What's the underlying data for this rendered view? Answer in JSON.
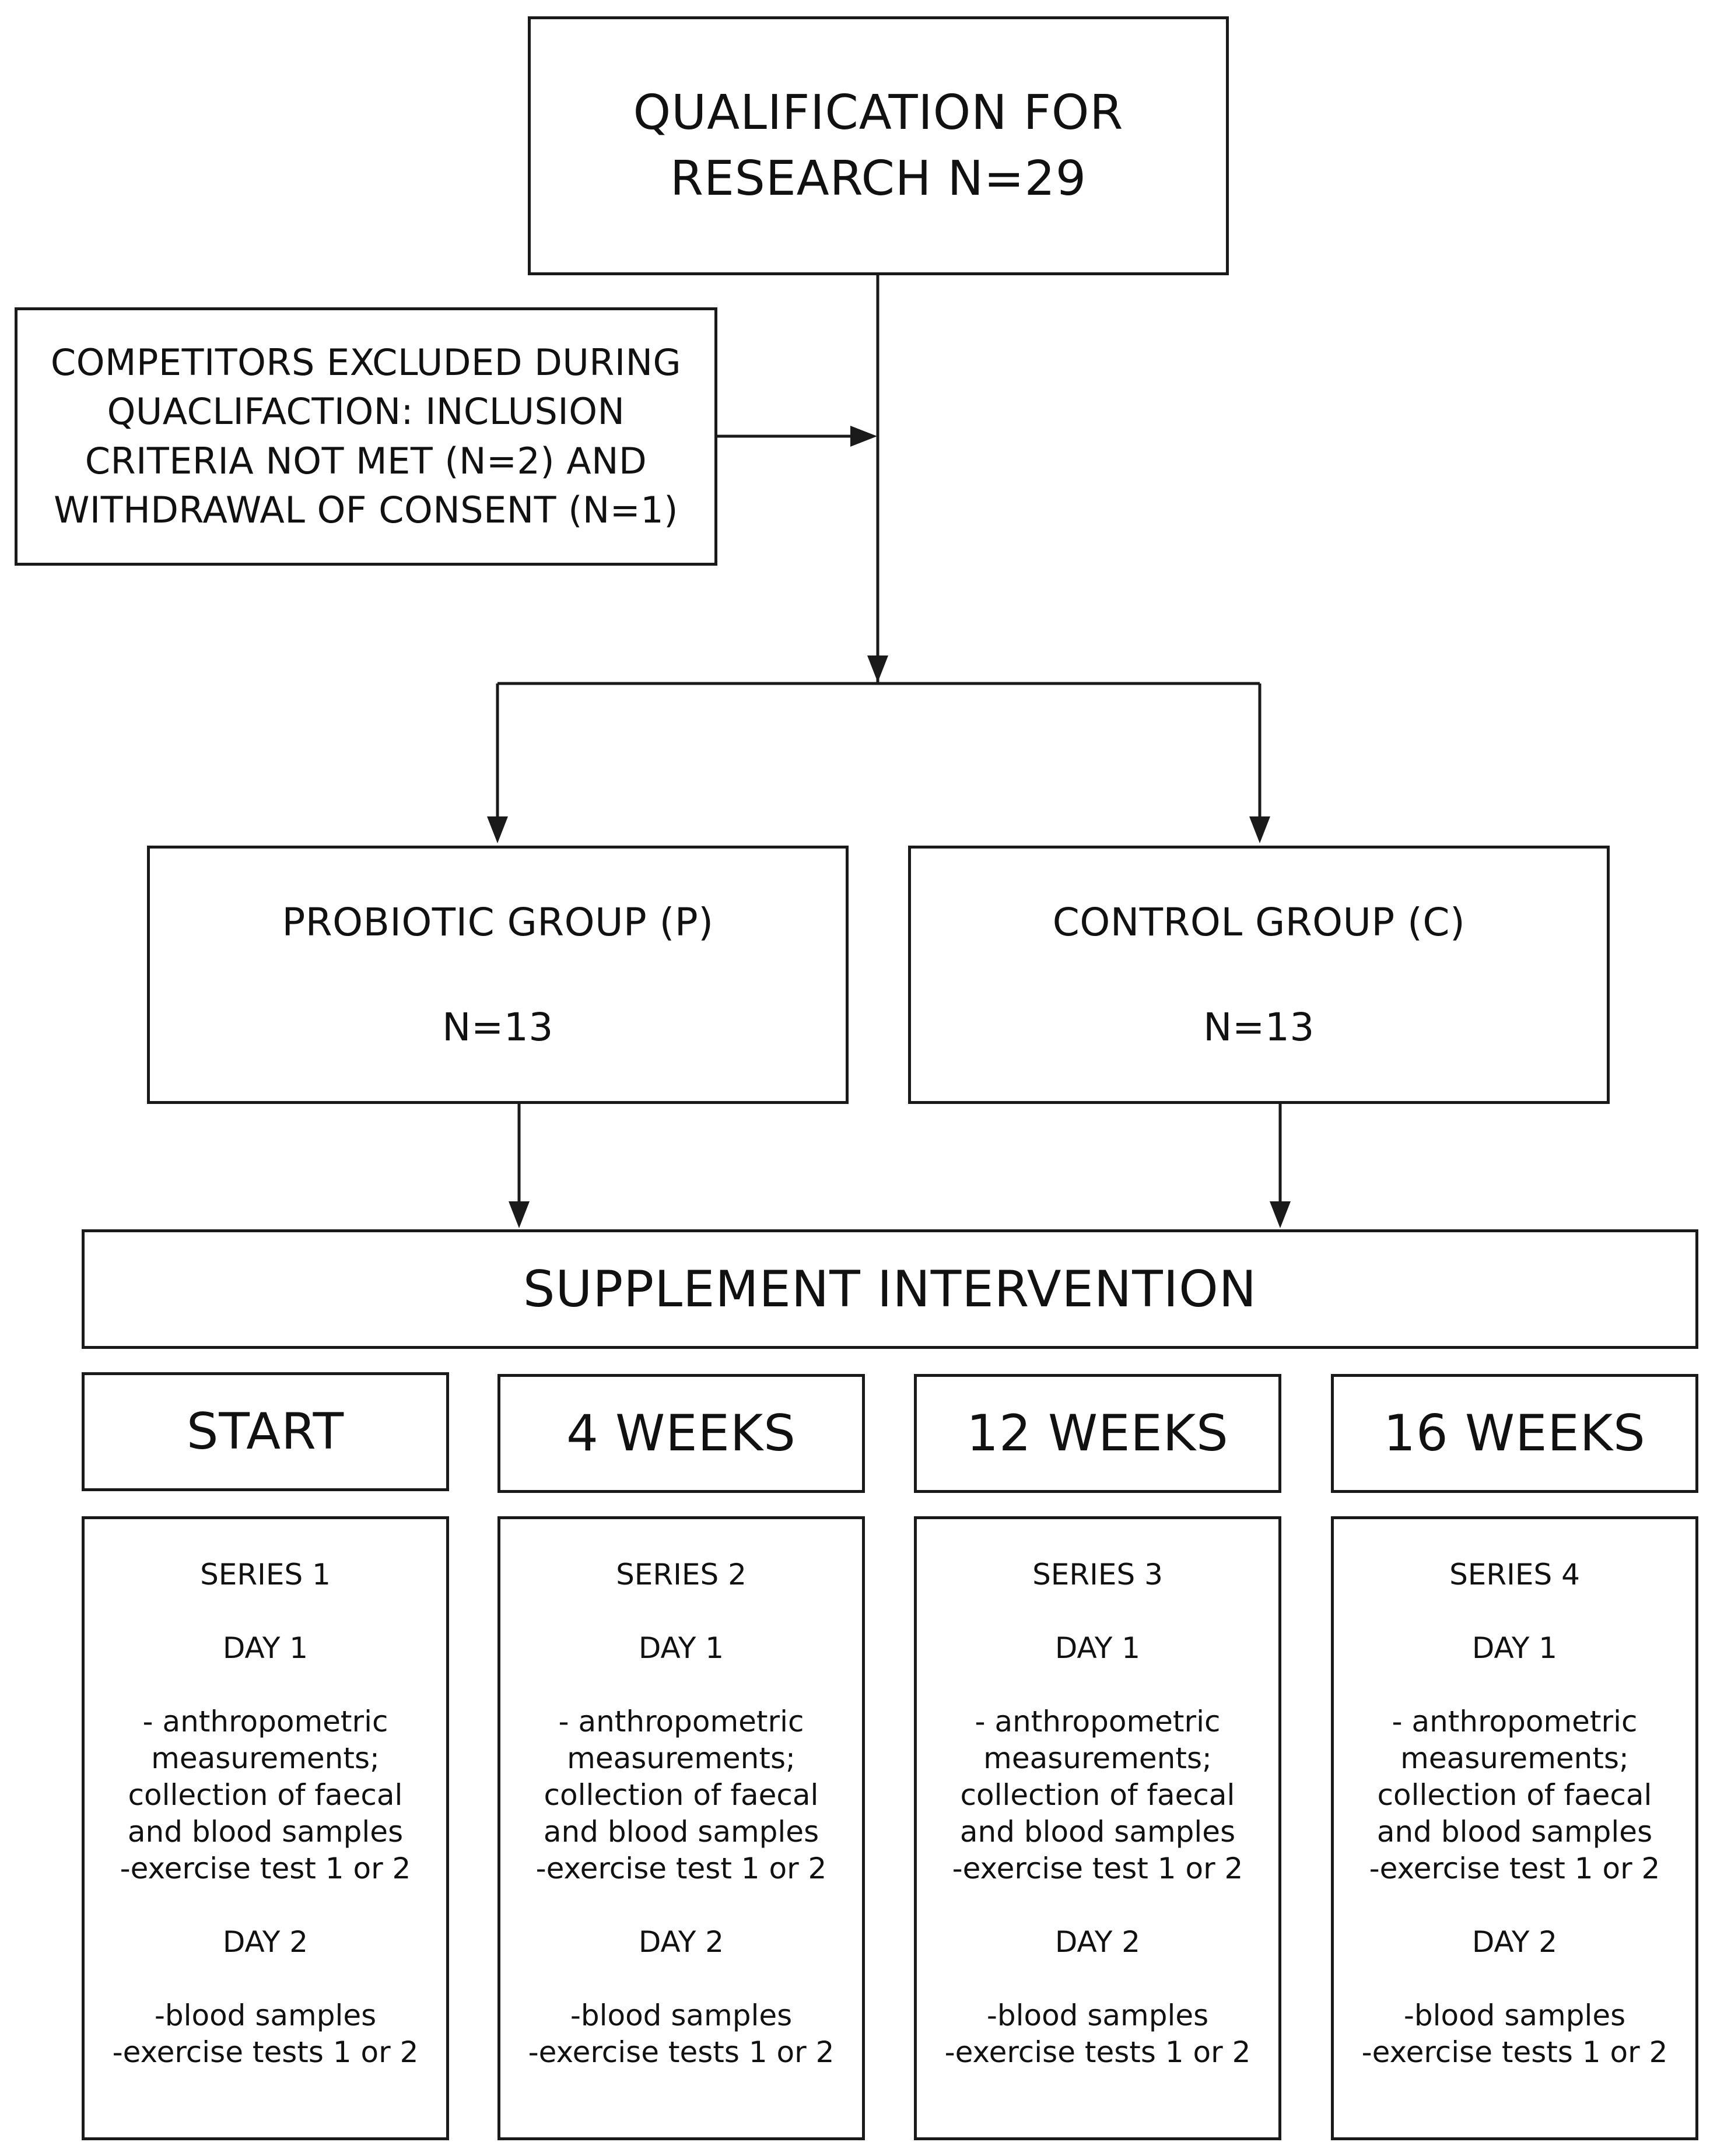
{
  "qualification": {
    "line1": "QUALIFICATION FOR",
    "line2": "RESEARCH N=29"
  },
  "excluded": {
    "lines": [
      "COMPETITORS EXCLUDED DURING",
      "QUACLIFACTION: INCLUSION",
      "CRITERIA NOT MET (N=2) AND",
      "WITHDRAWAL OF CONSENT (N=1)"
    ]
  },
  "groups": [
    {
      "name": "PROBIOTIC GROUP (P)",
      "n": "N=13"
    },
    {
      "name": "CONTROL GROUP (C)",
      "n": "N=13"
    }
  ],
  "intervention": {
    "label": "SUPPLEMENT INTERVENTION"
  },
  "timepoints": [
    {
      "label": "START",
      "series": "SERIES 1",
      "day1": "DAY 1",
      "day1_items": [
        "- anthropometric",
        "measurements;",
        "collection of faecal",
        "and blood samples",
        "-exercise test 1 or 2"
      ],
      "day2": "DAY 2",
      "day2_items": [
        "-blood samples",
        "-exercise tests 1 or 2"
      ]
    },
    {
      "label": "4 WEEKS",
      "series": "SERIES 2",
      "day1": "DAY 1",
      "day1_items": [
        "- anthropometric",
        "measurements;",
        "collection of faecal",
        "and blood samples",
        "-exercise test 1 or 2"
      ],
      "day2": "DAY 2",
      "day2_items": [
        "-blood samples",
        "-exercise tests 1 or 2"
      ]
    },
    {
      "label": "12 WEEKS",
      "series": "SERIES 3",
      "day1": "DAY 1",
      "day1_items": [
        "- anthropometric",
        "measurements;",
        "collection of faecal",
        "and blood samples",
        "-exercise test 1 or 2"
      ],
      "day2": "DAY 2",
      "day2_items": [
        "-blood samples",
        "-exercise tests 1 or 2"
      ]
    },
    {
      "label": "16 WEEKS",
      "series": "SERIES 4",
      "day1": "DAY 1",
      "day1_items": [
        "- anthropometric",
        "measurements;",
        "collection of faecal",
        "and blood samples",
        "-exercise test 1 or 2"
      ],
      "day2": "DAY 2",
      "day2_items": [
        "-blood samples",
        "-exercise tests 1 or 2"
      ]
    }
  ]
}
